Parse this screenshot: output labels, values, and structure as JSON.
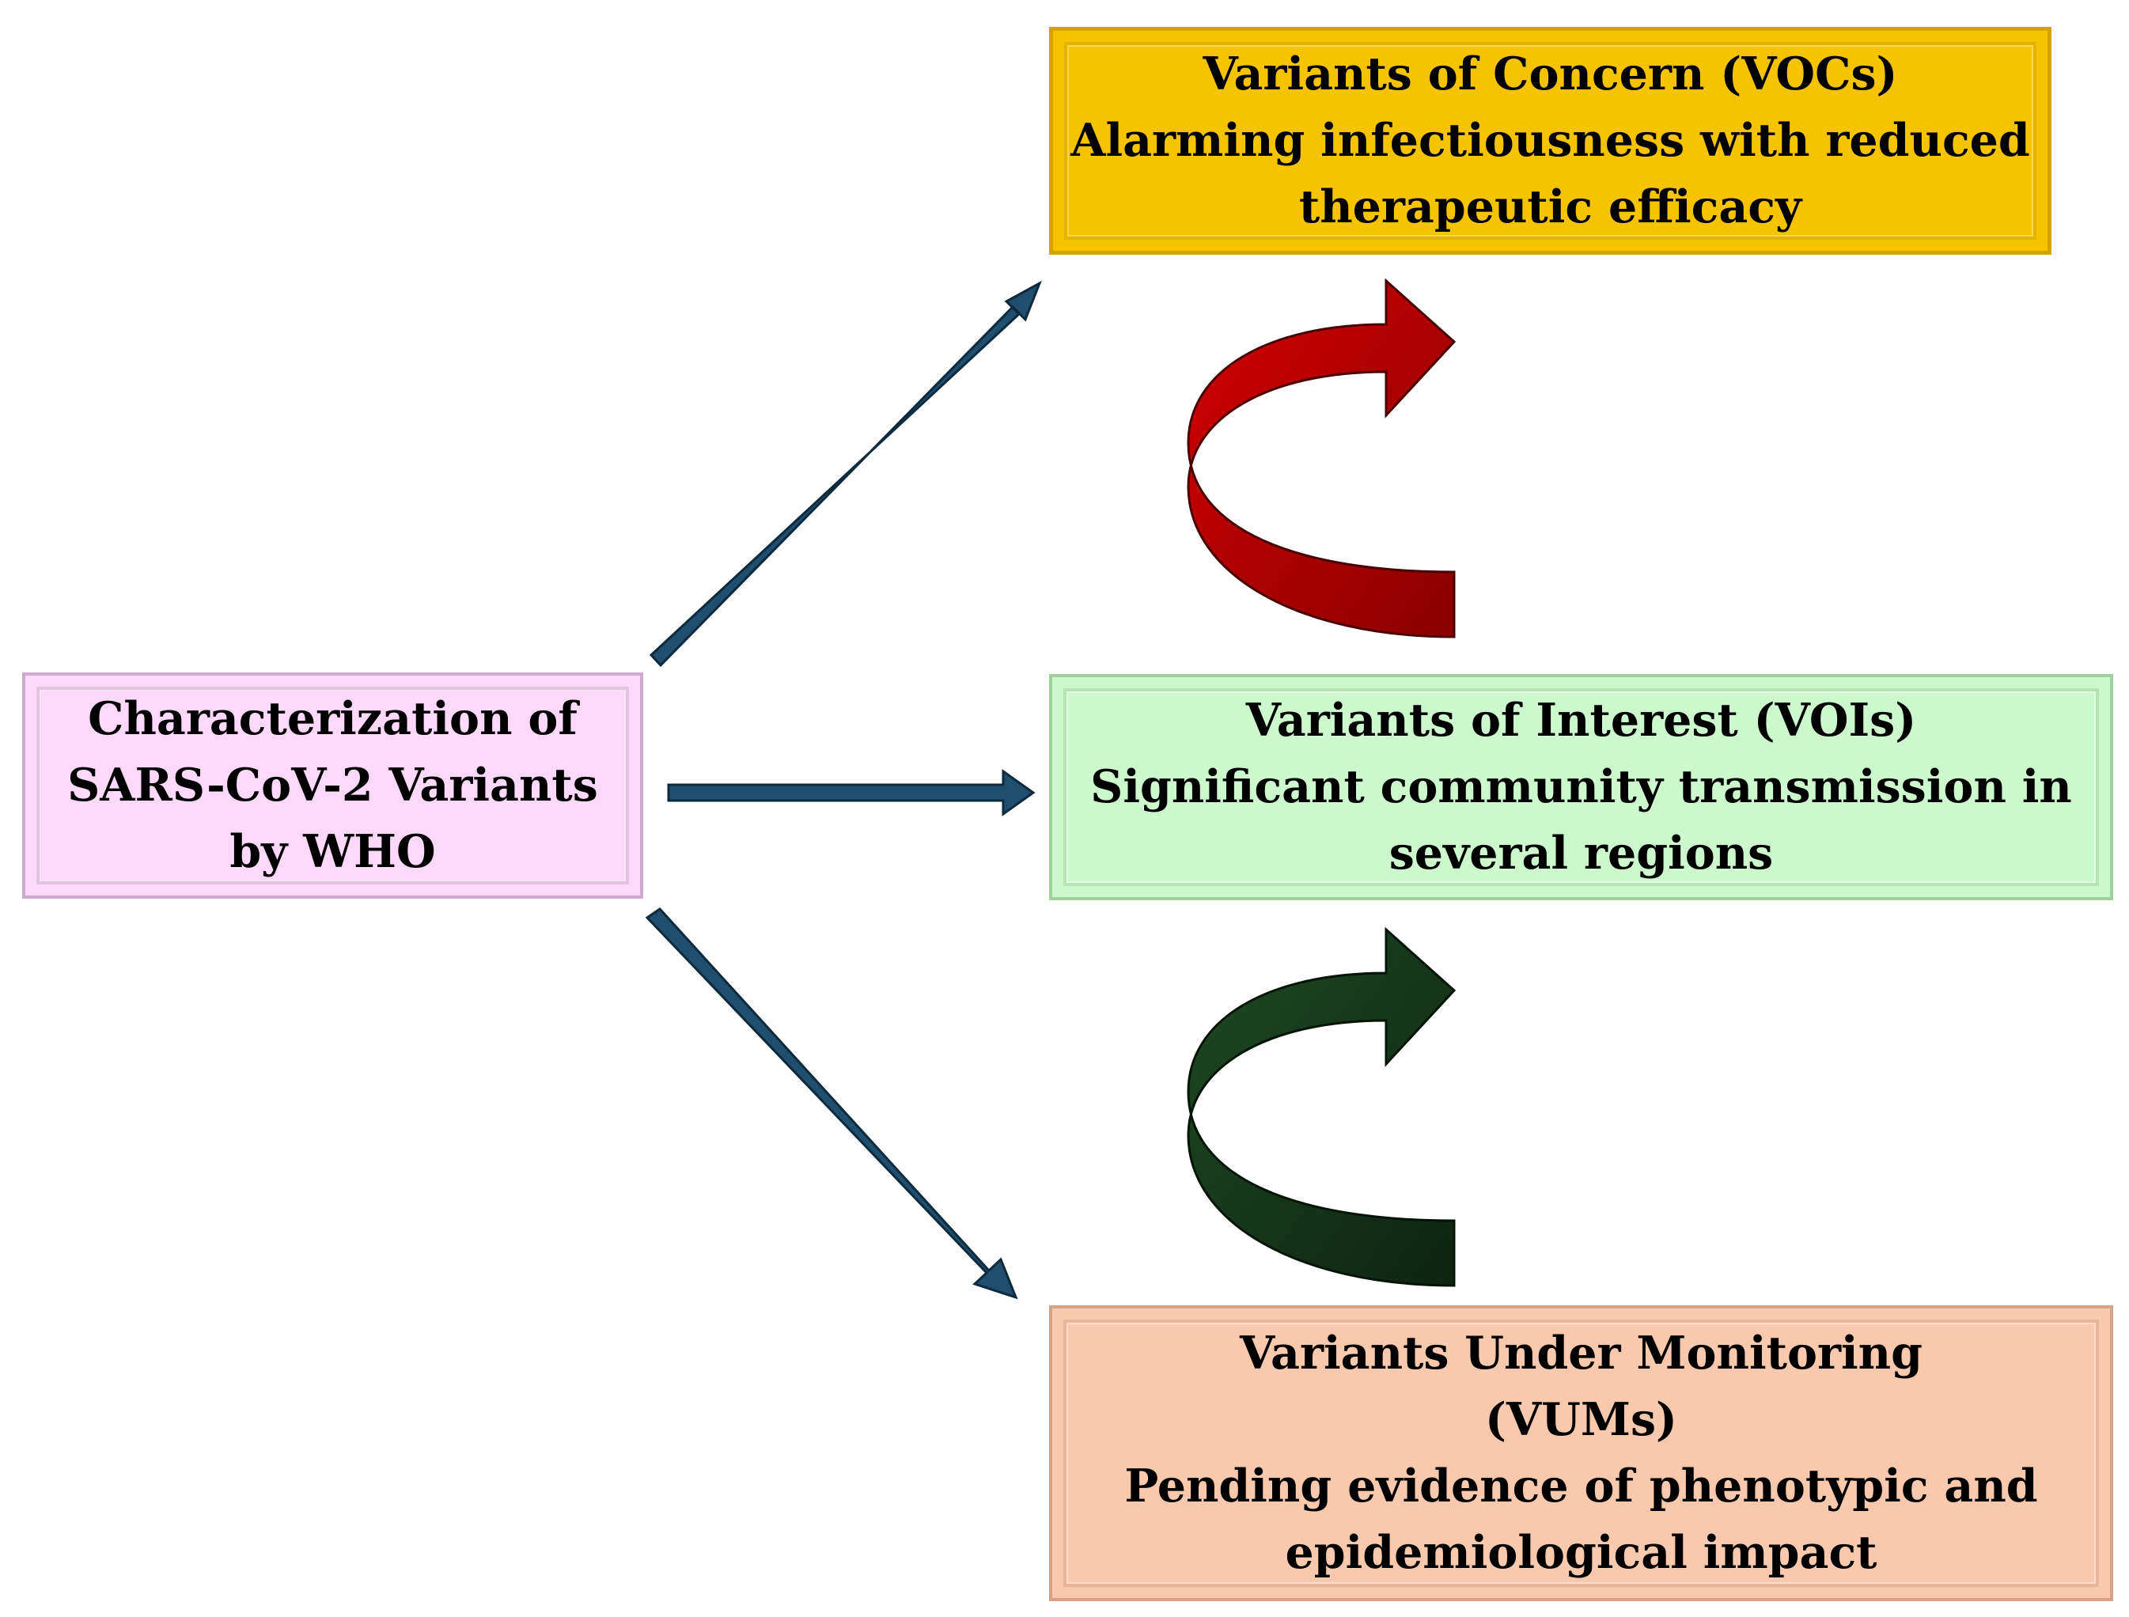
{
  "source": {
    "lines": [
      "Characterization of",
      "SARS-CoV-2 Variants",
      "by WHO"
    ]
  },
  "categories": [
    {
      "id": "voc",
      "lines": [
        "Variants of Concern (VOCs)",
        "Alarming infectiousness with reduced",
        "therapeutic efficacy"
      ]
    },
    {
      "id": "voi",
      "lines": [
        "Variants of Interest (VOIs)",
        "Significant community transmission in",
        "several regions"
      ]
    },
    {
      "id": "vum",
      "lines": [
        "Variants Under Monitoring",
        "(VUMs)",
        "Pending evidence of phenotypic and",
        "epidemiological impact"
      ]
    }
  ],
  "colors": {
    "connector_arrow": "#1f4e6e",
    "curved_arrow_upper": "#b50000",
    "curved_arrow_lower": "#163a1a"
  }
}
